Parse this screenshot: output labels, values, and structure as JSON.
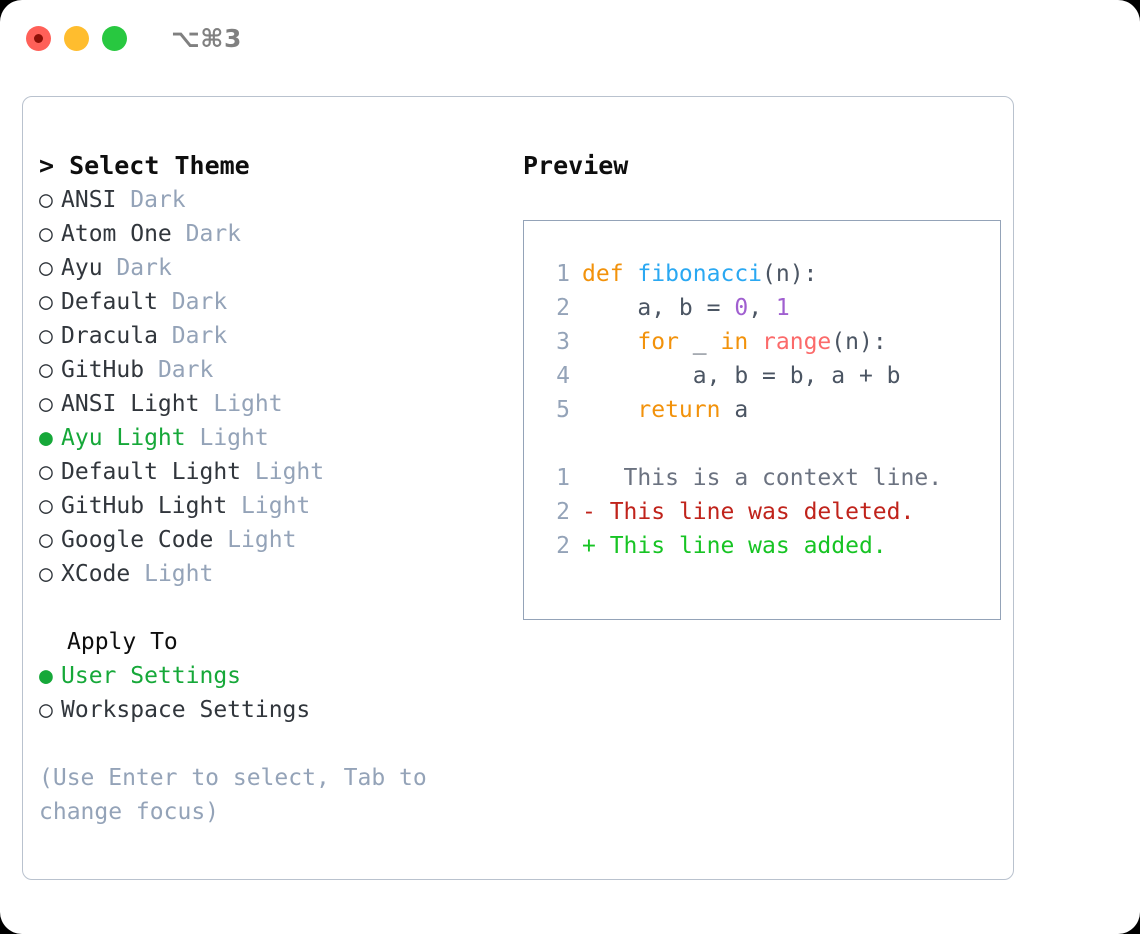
{
  "window": {
    "title": "⌥⌘3",
    "traffic_lights": [
      {
        "name": "close",
        "color": "#ff6058"
      },
      {
        "name": "minimize",
        "color": "#ffbd2e"
      },
      {
        "name": "maximize",
        "color": "#28c840"
      }
    ]
  },
  "theme_list": {
    "heading": "> Select Theme",
    "items": [
      {
        "label": "ANSI",
        "mode": "Dark",
        "selected": false
      },
      {
        "label": "Atom One",
        "mode": "Dark",
        "selected": false
      },
      {
        "label": "Ayu",
        "mode": "Dark",
        "selected": false
      },
      {
        "label": "Default",
        "mode": "Dark",
        "selected": false
      },
      {
        "label": "Dracula",
        "mode": "Dark",
        "selected": false
      },
      {
        "label": "GitHub",
        "mode": "Dark",
        "selected": false
      },
      {
        "label": "ANSI Light",
        "mode": "Light",
        "selected": false
      },
      {
        "label": "Ayu Light",
        "mode": "Light",
        "selected": true
      },
      {
        "label": "Default Light",
        "mode": "Light",
        "selected": false
      },
      {
        "label": "GitHub Light",
        "mode": "Light",
        "selected": false
      },
      {
        "label": "Google Code",
        "mode": "Light",
        "selected": false
      },
      {
        "label": "XCode",
        "mode": "Light",
        "selected": false
      }
    ]
  },
  "apply_to": {
    "heading": "Apply To",
    "items": [
      {
        "label": "User Settings",
        "selected": true
      },
      {
        "label": "Workspace Settings",
        "selected": false
      }
    ]
  },
  "hint": "(Use Enter to select, Tab to change focus)",
  "preview": {
    "heading": "Preview",
    "code_lines": [
      {
        "lineno": "1",
        "tokens": [
          {
            "text": "def ",
            "type": "kw"
          },
          {
            "text": "fibonacci",
            "type": "fn"
          },
          {
            "text": "(n):",
            "type": "punc"
          }
        ]
      },
      {
        "lineno": "2",
        "tokens": [
          {
            "text": "    a, b = ",
            "type": "txt"
          },
          {
            "text": "0",
            "type": "num"
          },
          {
            "text": ", ",
            "type": "txt"
          },
          {
            "text": "1",
            "type": "num"
          }
        ]
      },
      {
        "lineno": "3",
        "tokens": [
          {
            "text": "    for ",
            "type": "kw"
          },
          {
            "text": "_ ",
            "type": "txt"
          },
          {
            "text": "in ",
            "type": "kw"
          },
          {
            "text": "range",
            "type": "call"
          },
          {
            "text": "(n):",
            "type": "punc"
          }
        ]
      },
      {
        "lineno": "4",
        "tokens": [
          {
            "text": "        a, b = b, a + b",
            "type": "txt"
          }
        ]
      },
      {
        "lineno": "5",
        "tokens": [
          {
            "text": "    return ",
            "type": "kw"
          },
          {
            "text": "a",
            "type": "txt"
          }
        ]
      }
    ],
    "diff_lines": [
      {
        "lineno": "1",
        "marker": " ",
        "text": "  This is a context line.",
        "type": "ctx"
      },
      {
        "lineno": "2",
        "marker": "-",
        "text": " This line was deleted.",
        "type": "del"
      },
      {
        "lineno": "2",
        "marker": "+",
        "text": " This line was added.",
        "type": "add"
      }
    ]
  },
  "colors": {
    "accent_green": "#16a839",
    "dim_gray": "#94a3b8",
    "border": "#b9c2ce",
    "preview_border": "#94a3b8",
    "keyword": "#f2920b",
    "function": "#2aa8f2",
    "call": "#fb6a6a",
    "number": "#a05fd0",
    "diff_add": "#17c424",
    "diff_del": "#c0231b"
  }
}
